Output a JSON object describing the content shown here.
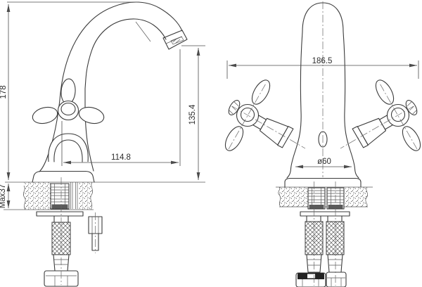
{
  "drawing": {
    "background": "#ffffff",
    "line_color": "#3b3b3b",
    "dimension_color": "#4c4c4c",
    "views": {
      "side_view": {
        "label": "faucet-side-view",
        "dims": {
          "overall_height": "178",
          "spout_outlet_height": "135.4",
          "spout_reach": "114.8",
          "max_mounting_thickness": "Max37"
        }
      },
      "front_view": {
        "label": "faucet-front-view",
        "dims": {
          "overall_width": "186.5",
          "base_diameter": "ø60"
        }
      }
    }
  }
}
